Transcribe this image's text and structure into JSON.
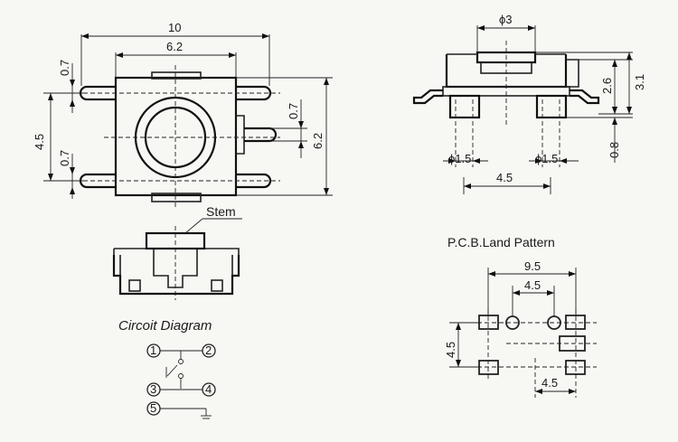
{
  "top_view": {
    "dim_width_outer": "10",
    "dim_width_body": "6.2",
    "dim_pin_width_top": "0.7",
    "dim_pin_width_mid": "0.7",
    "dim_pin_width_lower": "0.7",
    "dim_pitch": "4.5",
    "dim_height": "6.2"
  },
  "side_view": {
    "dim_stem_dia": "ϕ3",
    "dim_stem_height": "2.6",
    "dim_total_height": "3.1",
    "dim_leg": "0.8",
    "dim_peg_left": "ϕ1.5",
    "dim_peg_right": "ϕ1.5",
    "dim_peg_pitch": "4.5"
  },
  "front_view": {
    "stem_label": "Stem"
  },
  "circuit": {
    "title": "Circoit Diagram",
    "pins": [
      "1",
      "2",
      "3",
      "4",
      "5"
    ]
  },
  "pcb": {
    "title": "P.C.B.Land Pattern",
    "dim_overall": "9.5",
    "dim_holes": "4.5",
    "dim_vertical": "4.5",
    "dim_bottom": "4.5"
  }
}
